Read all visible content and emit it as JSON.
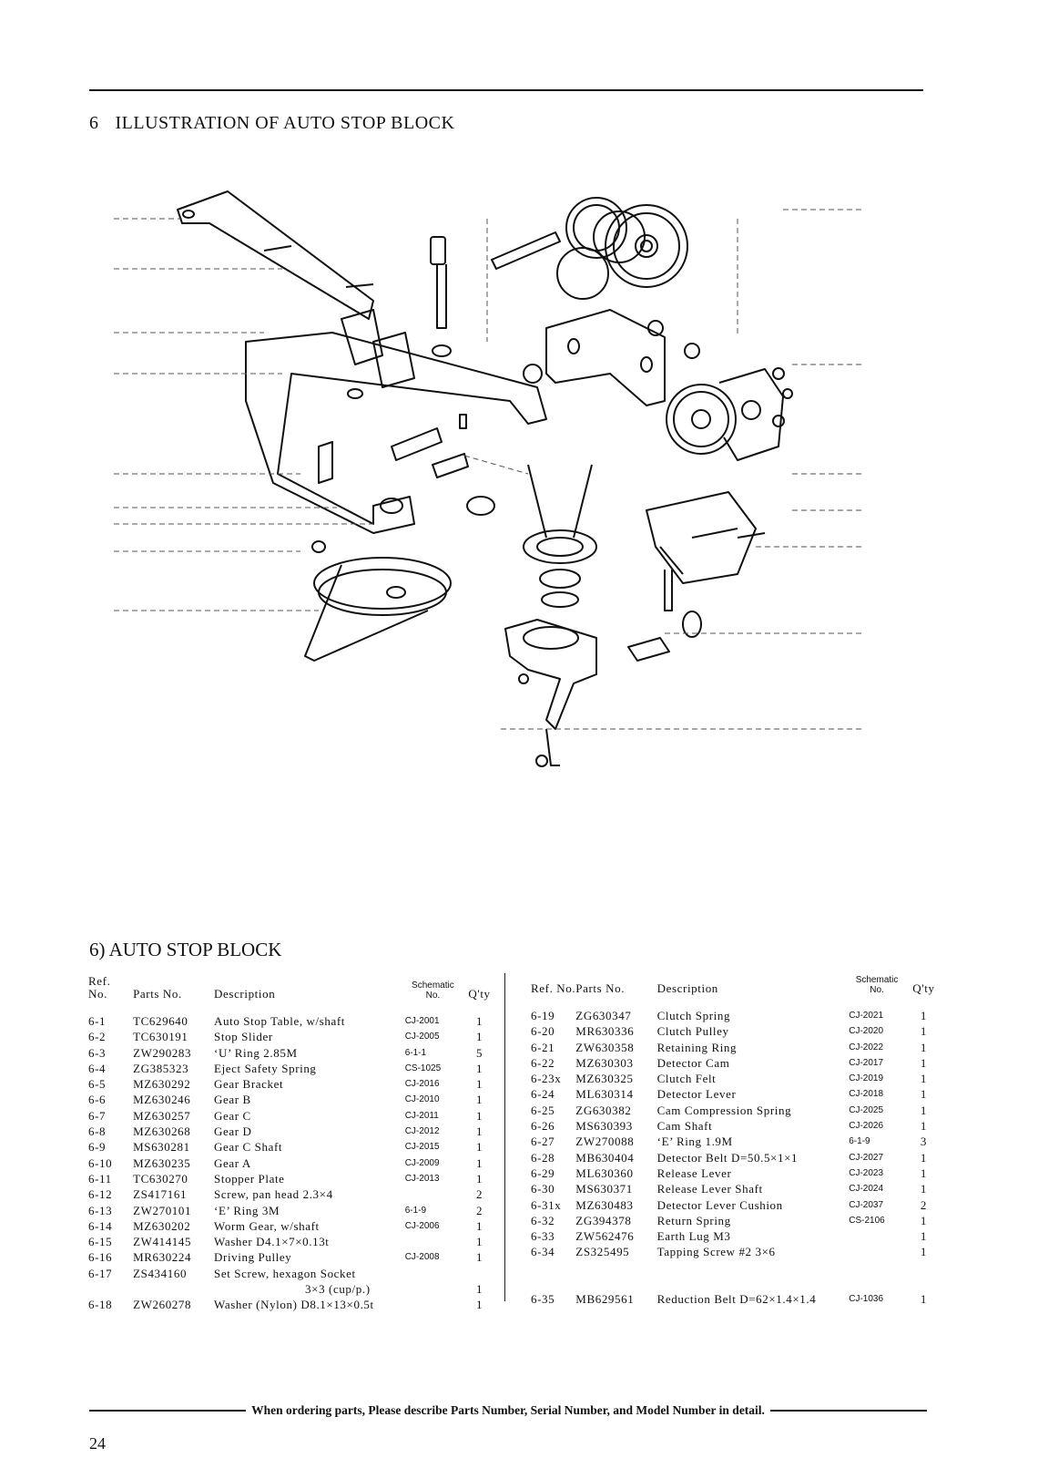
{
  "section": {
    "number": "6",
    "title": "ILLUSTRATION OF AUTO STOP BLOCK"
  },
  "block_title": "6) AUTO STOP BLOCK",
  "headers": {
    "ref": "Ref. No.",
    "parts_no": "Parts No.",
    "description": "Description",
    "schematic": "Schematic No.",
    "qty": "Q'ty"
  },
  "left_rows": [
    {
      "ref": "6-1",
      "part": "TC629640",
      "desc": "Auto Stop Table, w/shaft",
      "sch": "CJ-2001",
      "qty": "1"
    },
    {
      "ref": "6-2",
      "part": "TC630191",
      "desc": "Stop Slider",
      "sch": "CJ-2005",
      "qty": "1"
    },
    {
      "ref": "6-3",
      "part": "ZW290283",
      "desc": "‘U’ Ring 2.85M",
      "sch": "6-1-1",
      "qty": "5"
    },
    {
      "ref": "6-4",
      "part": "ZG385323",
      "desc": "Eject Safety Spring",
      "sch": "CS-1025",
      "qty": "1"
    },
    {
      "ref": "6-5",
      "part": "MZ630292",
      "desc": "Gear Bracket",
      "sch": "CJ-2016",
      "qty": "1"
    },
    {
      "ref": "6-6",
      "part": "MZ630246",
      "desc": "Gear B",
      "sch": "CJ-2010",
      "qty": "1"
    },
    {
      "ref": "6-7",
      "part": "MZ630257",
      "desc": "Gear C",
      "sch": "CJ-2011",
      "qty": "1"
    },
    {
      "ref": "6-8",
      "part": "MZ630268",
      "desc": "Gear D",
      "sch": "CJ-2012",
      "qty": "1"
    },
    {
      "ref": "6-9",
      "part": "MS630281",
      "desc": "Gear C Shaft",
      "sch": "CJ-2015",
      "qty": "1"
    },
    {
      "ref": "6-10",
      "part": "MZ630235",
      "desc": "Gear A",
      "sch": "CJ-2009",
      "qty": "1"
    },
    {
      "ref": "6-11",
      "part": "TC630270",
      "desc": "Stopper Plate",
      "sch": "CJ-2013",
      "qty": "1"
    },
    {
      "ref": "6-12",
      "part": "ZS417161",
      "desc": "Screw, pan head 2.3×4",
      "sch": "",
      "qty": "2"
    },
    {
      "ref": "6-13",
      "part": "ZW270101",
      "desc": "‘E’ Ring 3M",
      "sch": "6-1-9",
      "qty": "2"
    },
    {
      "ref": "6-14",
      "part": "MZ630202",
      "desc": "Worm Gear, w/shaft",
      "sch": "CJ-2006",
      "qty": "1"
    },
    {
      "ref": "6-15",
      "part": "ZW414145",
      "desc": "Washer D4.1×7×0.13t",
      "sch": "",
      "qty": "1"
    },
    {
      "ref": "6-16",
      "part": "MR630224",
      "desc": "Driving Pulley",
      "sch": "CJ-2008",
      "qty": "1"
    },
    {
      "ref": "6-17",
      "part": "ZS434160",
      "desc": "Set Screw, hexagon Socket",
      "sch": "",
      "qty": ""
    },
    {
      "ref": "",
      "part": "",
      "desc": "3×3 (cup/p.)",
      "sch": "",
      "qty": "1"
    },
    {
      "ref": "6-18",
      "part": "ZW260278",
      "desc": "Washer (Nylon) D8.1×13×0.5t",
      "sch": "",
      "qty": "1"
    }
  ],
  "right_rows": [
    {
      "ref": "6-19",
      "part": "ZG630347",
      "desc": "Clutch Spring",
      "sch": "CJ-2021",
      "qty": "1"
    },
    {
      "ref": "6-20",
      "part": "MR630336",
      "desc": "Clutch Pulley",
      "sch": "CJ-2020",
      "qty": "1"
    },
    {
      "ref": "6-21",
      "part": "ZW630358",
      "desc": "Retaining Ring",
      "sch": "CJ-2022",
      "qty": "1"
    },
    {
      "ref": "6-22",
      "part": "MZ630303",
      "desc": "Detector Cam",
      "sch": "CJ-2017",
      "qty": "1"
    },
    {
      "ref": "6-23x",
      "part": "MZ630325",
      "desc": "Clutch Felt",
      "sch": "CJ-2019",
      "qty": "1"
    },
    {
      "ref": "6-24",
      "part": "ML630314",
      "desc": "Detector Lever",
      "sch": "CJ-2018",
      "qty": "1"
    },
    {
      "ref": "6-25",
      "part": "ZG630382",
      "desc": "Cam Compression Spring",
      "sch": "CJ-2025",
      "qty": "1"
    },
    {
      "ref": "6-26",
      "part": "MS630393",
      "desc": "Cam Shaft",
      "sch": "CJ-2026",
      "qty": "1"
    },
    {
      "ref": "6-27",
      "part": "ZW270088",
      "desc": "‘E’ Ring 1.9M",
      "sch": "6-1-9",
      "qty": "3"
    },
    {
      "ref": "6-28",
      "part": "MB630404",
      "desc": "Detector Belt D=50.5×1×1",
      "sch": "CJ-2027",
      "qty": "1"
    },
    {
      "ref": "6-29",
      "part": "ML630360",
      "desc": "Release Lever",
      "sch": "CJ-2023",
      "qty": "1"
    },
    {
      "ref": "6-30",
      "part": "MS630371",
      "desc": "Release Lever Shaft",
      "sch": "CJ-2024",
      "qty": "1"
    },
    {
      "ref": "6-31x",
      "part": "MZ630483",
      "desc": "Detector Lever Cushion",
      "sch": "CJ-2037",
      "qty": "2"
    },
    {
      "ref": "6-32",
      "part": "ZG394378",
      "desc": "Return Spring",
      "sch": "CS-2106",
      "qty": "1"
    },
    {
      "ref": "6-33",
      "part": "ZW562476",
      "desc": "Earth Lug M3",
      "sch": "",
      "qty": "1"
    },
    {
      "ref": "6-34",
      "part": "ZS325495",
      "desc": "Tapping Screw #2 3×6",
      "sch": "",
      "qty": "1"
    },
    {
      "ref": "",
      "part": "",
      "desc": "",
      "sch": "",
      "qty": ""
    },
    {
      "ref": "",
      "part": "",
      "desc": "",
      "sch": "",
      "qty": ""
    },
    {
      "ref": "6-35",
      "part": "MB629561",
      "desc": "Reduction Belt D=62×1.4×1.4",
      "sch": "CJ-1036",
      "qty": "1"
    }
  ],
  "footer_note": "When ordering parts, Please describe Parts Number, Serial Number, and Model Number in detail.",
  "page_number": "24"
}
